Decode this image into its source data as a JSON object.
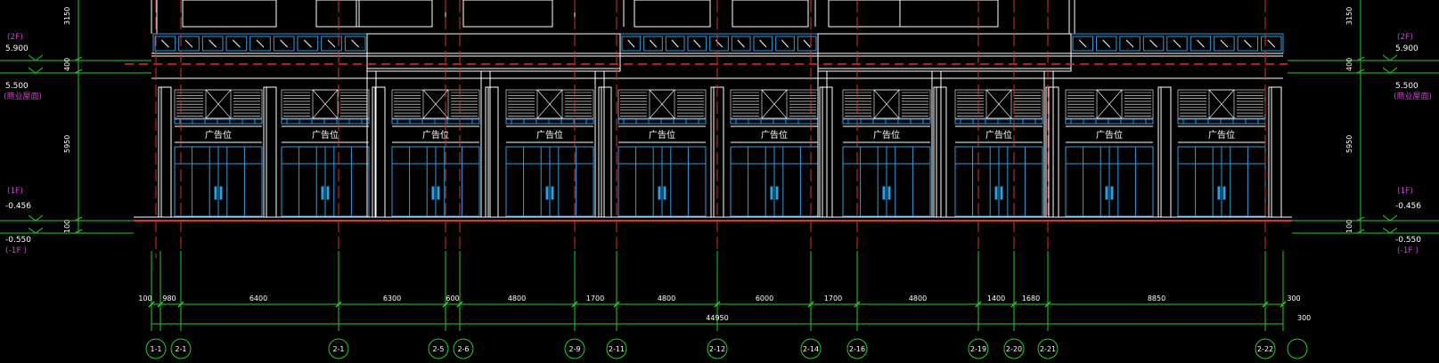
{
  "elevation": {
    "left_levels": {
      "upper_floor_tag": "(2F)",
      "upper_floor_elev": "5.900",
      "roof_elev": "5.500",
      "roof_note": "(商业屋面)",
      "ground_tag": "(1F)",
      "ground_elev": "-0.456",
      "base_elev": "-0.550",
      "base_tag": "(-1F )"
    },
    "right_levels": {
      "upper_floor_tag": "(2F)",
      "upper_floor_elev": "5.900",
      "roof_elev": "5.500",
      "roof_note": "(商业屋面)",
      "ground_tag": "(1F)",
      "ground_elev": "-0.456",
      "base_elev": "-0.550",
      "base_tag": "(-1F )"
    },
    "vertical_dims_left": [
      "3150",
      "400",
      "5950",
      "100"
    ],
    "vertical_dims_right": [
      "3150",
      "400",
      "5950",
      "100"
    ],
    "sign_label": "广告位",
    "sign_count": 10,
    "span_dimensions": [
      "100",
      "980",
      "6400",
      "6300",
      "600",
      "4800",
      "1700",
      "4800",
      "6000",
      "1700",
      "4800",
      "1400",
      "1680",
      "8850",
      "300"
    ],
    "total_dimension": "44950",
    "right_extra_dimension": "300",
    "axis_labels": [
      "1-1",
      "2-1",
      "2-1",
      "2-5",
      "2-6",
      "2-9",
      "2-11",
      "2-12",
      "2-14",
      "2-16",
      "2-19",
      "2-20",
      "2-21",
      "2-22",
      ""
    ]
  }
}
